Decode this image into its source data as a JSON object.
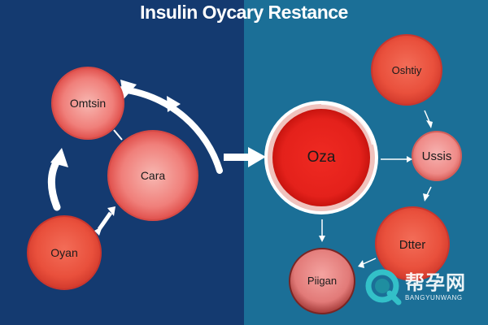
{
  "title": "Insulin Oycary Restance",
  "colors": {
    "left_bg": "#143a70",
    "right_bg": "#1b6f97",
    "node_fill": "#f27575",
    "node_light": "#f8b3ae",
    "center_red": "#e8221e",
    "arrow": "#ffffff",
    "title": "#ffffff"
  },
  "nodes": {
    "left_top": "Omtsin",
    "left_center": "Cara",
    "left_bottom": "Oyan",
    "center": "Oza",
    "right_top": "Oshtiy",
    "right_mid": "Ussis",
    "right_lower": "Dtter",
    "bottom_center": "Piigan"
  },
  "watermark": {
    "name": "帮孕网",
    "sub": "BANGYUNWANG"
  }
}
